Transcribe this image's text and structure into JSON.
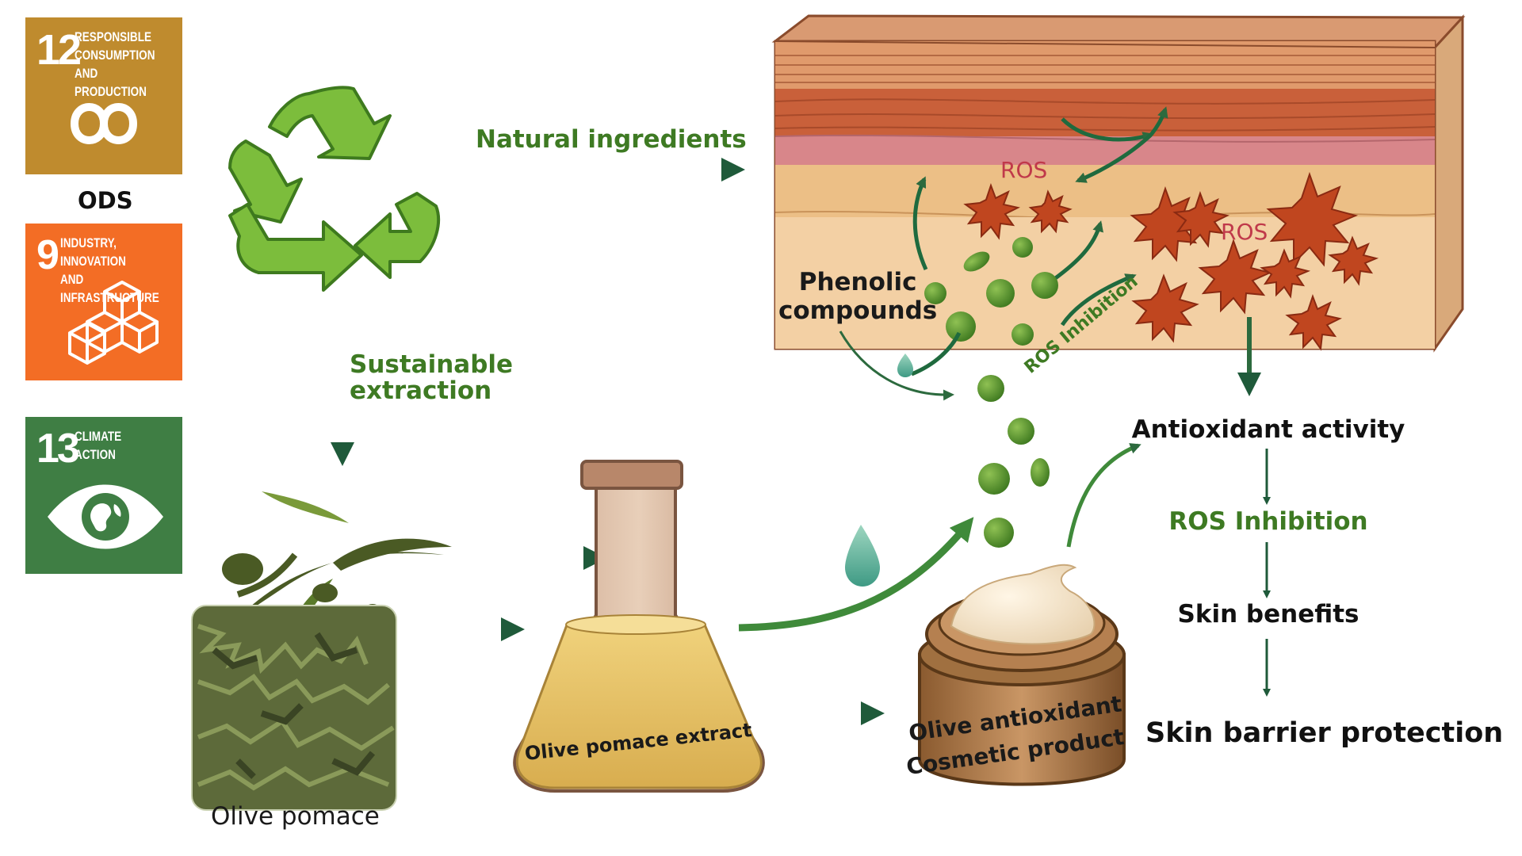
{
  "sdg_panel": {
    "ods_label": "ODS",
    "goals": [
      {
        "number": "12",
        "title_lines": [
          "RESPONSIBLE",
          "CONSUMPTION",
          "AND PRODUCTION"
        ],
        "icon": "infinity-icon",
        "color": "#bf8b2e"
      },
      {
        "number": "9",
        "title_lines": [
          "INDUSTRY, INNOVATION",
          "AND INFRASTRUCTURE"
        ],
        "icon": "cubes-icon",
        "color": "#f36d25"
      },
      {
        "number": "13",
        "title_lines": [
          "CLIMATE",
          "ACTION"
        ],
        "icon": "eye-globe-icon",
        "color": "#3f7e44"
      }
    ]
  },
  "flow": {
    "natural_ingredients": "Natural ingredients",
    "sustainable_extraction": [
      "Sustainable",
      "extraction"
    ],
    "olive_pomace": "Olive pomace",
    "extract_label": "Olive pomace extract",
    "product_label": [
      "Olive antioxidant",
      "Cosmetic  product"
    ]
  },
  "skin": {
    "ros_label": "ROS",
    "ros_inhibition": "ROS Inhibition",
    "phenolic": [
      "Phenolic",
      "compounds"
    ]
  },
  "chain": [
    "Antioxidant activity",
    "ROS Inhibition",
    "Skin benefits",
    "Skin barrier protection"
  ],
  "colors": {
    "arrow_dark": "#1f5a3a",
    "label_green": "#3e7a23",
    "ros_red": "#b5371e",
    "ros_text": "#c0394a",
    "phenolic_green": "#5a9a2e",
    "extract_gold": "#e0bb5e"
  },
  "icons": [
    "recycle-icon",
    "olive-branch-icon",
    "flask-icon",
    "cream-jar-icon",
    "droplet-icon"
  ]
}
